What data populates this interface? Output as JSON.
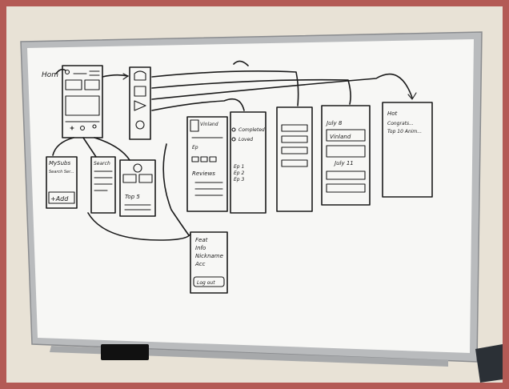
{
  "colors": {
    "frame": "#b35a55",
    "wall": "#e8e2d6",
    "board": "#f7f7f5",
    "aluminum": "#b9bbbd",
    "ink": "#1b1b1b"
  },
  "sketch": {
    "home_label": "Hom",
    "my_profile_title": "MySubs",
    "my_profile_line": "Search Ser...",
    "add_button": "+Add",
    "search_label": "Search",
    "top5_label": "Top 5",
    "series_title": "Vinland",
    "series_ep": "Ep",
    "reviews_label": "Reviews",
    "completed_label": "Completed",
    "loved_label": "Loved",
    "ep_items": [
      "Ep 1",
      "Ep 2",
      "Ep 3"
    ],
    "calendar_dates": [
      "July 8",
      "July 11"
    ],
    "calendar_show": "Vinland",
    "feed_title": "Hot",
    "feed_lines": [
      "Congrats...",
      "Top 10 Anim..."
    ],
    "settings_items": [
      "Feat",
      "Info",
      "Nickname",
      "Acc"
    ],
    "logout_button": "Log out"
  }
}
